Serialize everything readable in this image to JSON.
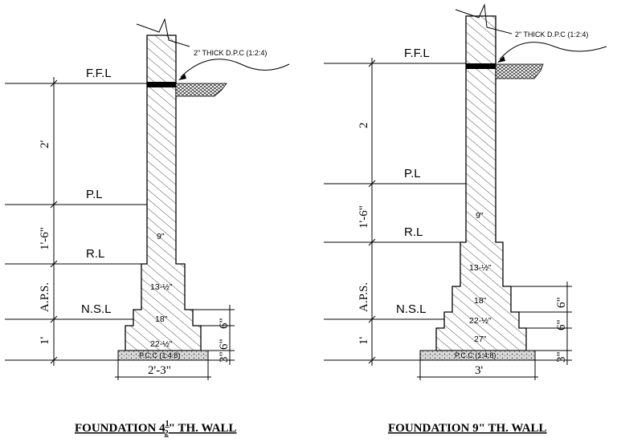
{
  "left": {
    "ffl": "F.F.L",
    "dpc_note": "2\" THICK D.P.C (1:2:4)",
    "pl": "P.L",
    "rl": "R.L",
    "nsl": "N.S.L",
    "dim_2": "2'",
    "dim_1_6": "1'-6\"",
    "dim_aps": "A.P.S.",
    "dim_1": "1'",
    "w1": "9\"",
    "w2": "13-½\"",
    "w3": "18\"",
    "w4": "22-½\"",
    "pcc": "P.C.C (1:4:8)",
    "r6a": "6\"",
    "r6b": "6\"",
    "r3": "3\"",
    "base": "2'-3\"",
    "caption_pre": "FOUNDATION 4",
    "caption_num": "1",
    "caption_den": "2",
    "caption_post": "\" TH. WALL"
  },
  "right": {
    "ffl": "F.F.L",
    "dpc_note": "2\" THICK D.P.C (1:2:4)",
    "pl": "P.L",
    "rl": "R.L",
    "nsl": "N.S.L",
    "dim_2": "2",
    "dim_1_6": "1'-6\"",
    "dim_aps": "A.P.S.",
    "dim_1": "1'",
    "w1": "9\"",
    "w2": "13-½\"",
    "w3": "18\"",
    "w4": "22-½\"",
    "w5": "27\"",
    "pcc": "P.C.C (1:4:8)",
    "r6a": "6\"",
    "r6b": "6\"",
    "r3": "3\"",
    "base": "3'",
    "caption": "FOUNDATION 9\" TH. WALL"
  }
}
